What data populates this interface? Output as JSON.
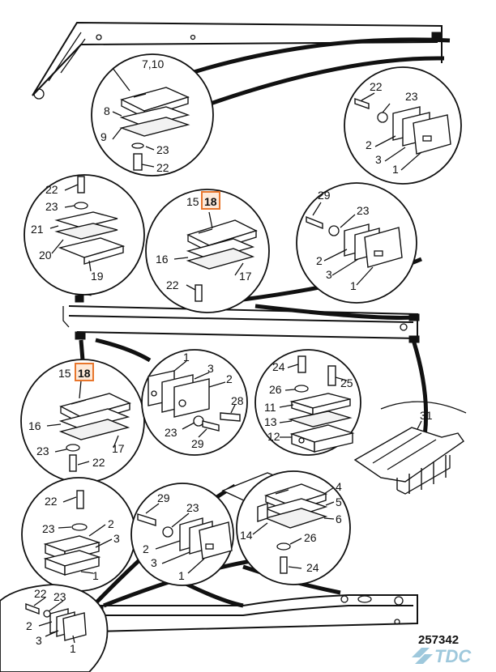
{
  "document_id": "257342",
  "watermark": "TDC",
  "colors": {
    "highlight_stroke": "#e8762c",
    "highlight_fill": "#fde9d9",
    "logo": "#9ec8dc"
  },
  "callouts": {
    "c1": [
      "7,10",
      "8",
      "9",
      "23",
      "22"
    ],
    "c2": [
      "22",
      "23",
      "2",
      "3",
      "1"
    ],
    "c3": [
      "22",
      "23",
      "21",
      "20",
      "19"
    ],
    "c4": [
      "15",
      "18",
      "16",
      "22",
      "17"
    ],
    "c5": [
      "29",
      "23",
      "2",
      "3",
      "1"
    ],
    "c6": [
      "15",
      "18",
      "16",
      "23",
      "22",
      "17"
    ],
    "c7": [
      "1",
      "3",
      "2",
      "28",
      "23",
      "29"
    ],
    "c8": [
      "24",
      "25",
      "26",
      "11",
      "13",
      "12"
    ],
    "c9": [
      "31"
    ],
    "c10": [
      "22",
      "23",
      "2",
      "3",
      "1"
    ],
    "c11": [
      "29",
      "23",
      "2",
      "3",
      "1"
    ],
    "c12": [
      "4",
      "5",
      "6",
      "14",
      "26",
      "24"
    ],
    "c13": [
      "22",
      "23",
      "2",
      "3",
      "1"
    ]
  },
  "highlighted_part": "18"
}
